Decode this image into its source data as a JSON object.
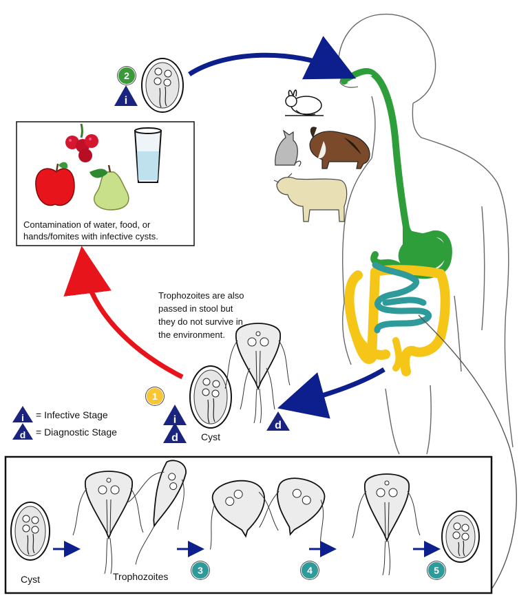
{
  "source_box": {
    "caption": "Contamination of water, food, or hands/fomites with infective cysts."
  },
  "stool_note": [
    "Trophozoites are also",
    "passed in stool but",
    "they do not survive in",
    "the environment."
  ],
  "legend": {
    "infective": {
      "symbol": "i",
      "label": "= Infective Stage"
    },
    "diagnostic": {
      "symbol": "d",
      "label": "= Diagnostic Stage"
    }
  },
  "stool_cyst_label": "Cyst",
  "stage_symbols": {
    "i": "i",
    "d": "d"
  },
  "steps": {
    "1": "1",
    "2": "2",
    "3": "3",
    "4": "4",
    "5": "5"
  },
  "bottom_panel": {
    "cyst_label": "Cyst",
    "trophozoites_label": "Trophozoites"
  },
  "colors": {
    "step_1": "#f7c632",
    "step_2": "#3a9a3a",
    "step_3_to_5": "#2e9a9a",
    "stage_triangle": "#1a237e",
    "arrow_blue": "#0d1f8c",
    "arrow_red": "#e8141b",
    "stomach": "#2e9e3a",
    "small_intestine": "#2f9a9a",
    "large_intestine": "#f5c518"
  },
  "icons": [
    "cyst-icon",
    "trophozoite-icon",
    "water-glass-icon",
    "raspberries-icon",
    "apple-icon",
    "pear-icon",
    "rabbit-icon",
    "cat-icon",
    "dog-icon",
    "cow-icon",
    "human-body-icon"
  ]
}
